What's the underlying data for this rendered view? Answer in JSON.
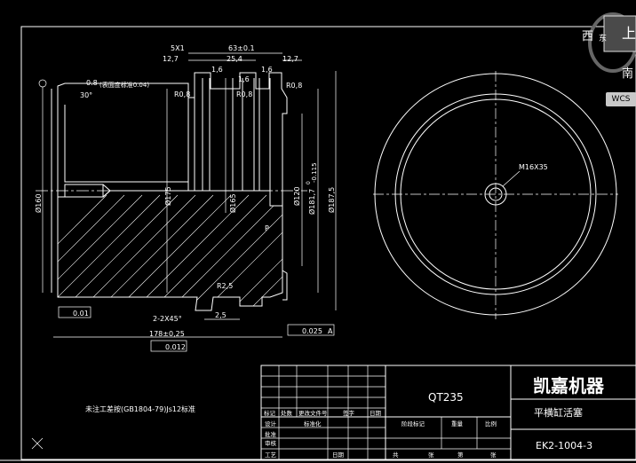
{
  "viewcube": {
    "west": "西",
    "east_partial": "东",
    "top_face": "上",
    "south": "南",
    "wcs": "WCS"
  },
  "drawing": {
    "dims": {
      "d_5x1": "5X1",
      "d_63": "63±0.1",
      "d_12_7_left": "12,7",
      "d_25_4": "25,4",
      "d_12_7_right": "12,7",
      "d_08": "0.8",
      "note_08": "(表面度标准0.04)",
      "d_30": "30°",
      "r08a": "R0,8",
      "r08b": "R0,8",
      "r08c": "R0,8",
      "d_16a": "1,6",
      "d_16b": "1,6",
      "d_16c": "1,6",
      "d_160": "Ø160",
      "d_175": "Ø175",
      "d_165": "Ø165",
      "d_120": "Ø120",
      "d_181": "Ø181,7",
      "d_181_tol_up": "0",
      "d_181_tol_dn": "-0.115",
      "d_187": "Ø187,5",
      "r25": "R2,5",
      "chamfer": "2-2X45°",
      "d_2_5": "2,5",
      "d_178": "178±0,25",
      "flat_tol": "0.012",
      "conc_tol": "0.01",
      "round_tol": "0.025",
      "round_ref": "A",
      "m16": "M16X35",
      "p_label": "P"
    },
    "note": "未注工差按(GB1804-79)Js12标准"
  },
  "title_block": {
    "material": "QT235",
    "company": "凯嘉机器",
    "part_name": "平横缸活塞",
    "drawing_no": "EK2-1004-3",
    "headers": [
      "标记",
      "处数",
      "更改文件号",
      "签字",
      "日期"
    ],
    "roles": [
      "设计",
      "审核",
      "批准",
      "工艺"
    ],
    "std_label": "标准化",
    "date_label": "日期",
    "stage_label": "阶段标记",
    "weight_label": "重量",
    "scale_label": "比例",
    "sheet_total": "共",
    "sheet_label": "张",
    "sheet_of": "第",
    "sheet_label2": "张"
  }
}
